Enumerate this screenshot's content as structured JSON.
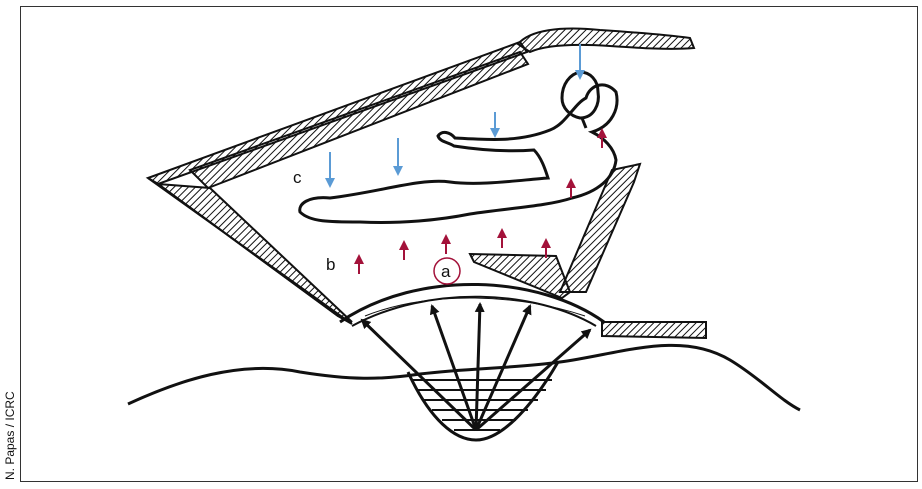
{
  "figure": {
    "labels": {
      "a": "a",
      "b": "b",
      "c": "c"
    },
    "credit": "N. Papas / ICRC"
  },
  "colors": {
    "line": "#111111",
    "down_arrow": "#5b9bd5",
    "up_arrow": "#a3123a",
    "frame_border": "#333333",
    "background": "#ffffff"
  }
}
